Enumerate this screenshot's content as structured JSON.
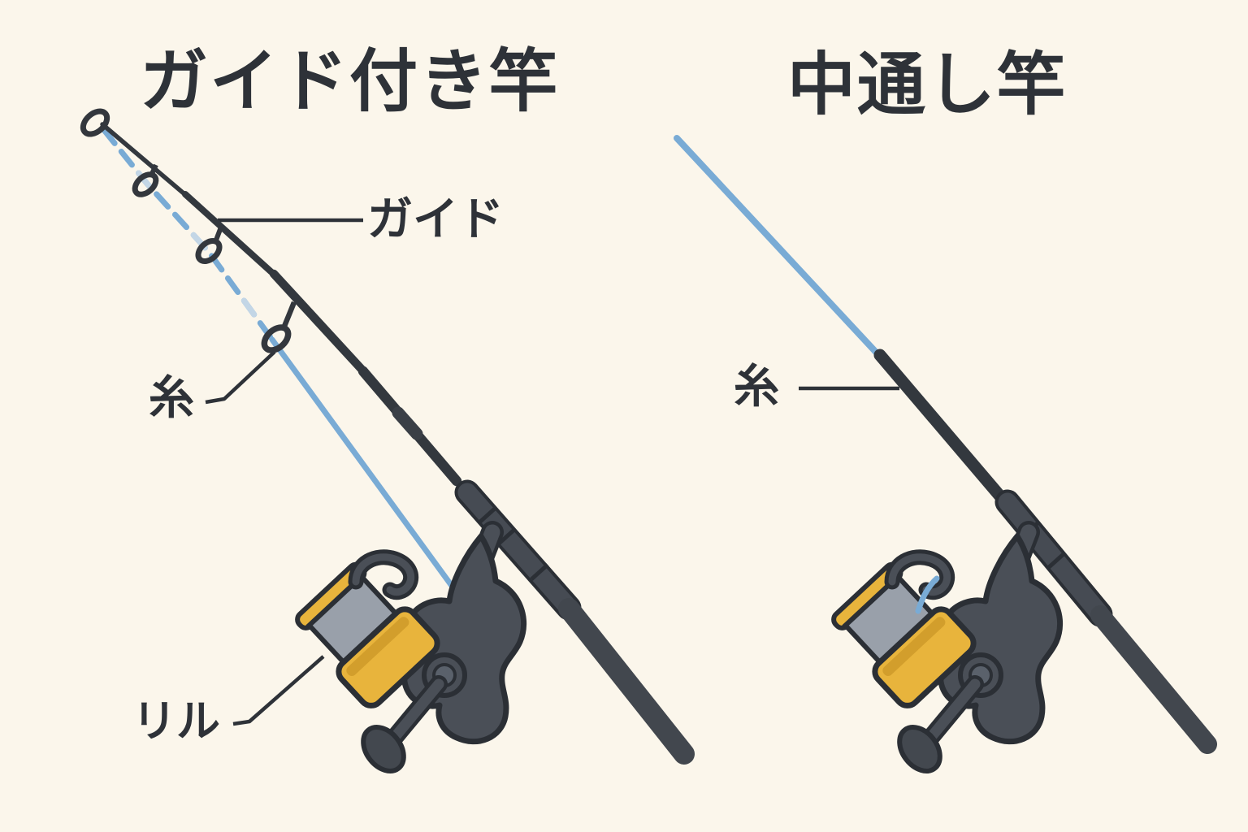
{
  "diagram": {
    "type": "comparison-illustration",
    "subject": "fishing rod types",
    "background_color": "#FBF6EB",
    "ink_color": "#2E3238",
    "fishing_line_color": "#79ABD5",
    "rod_color": "#3A3F46",
    "reel_body_color": "#4A4F57",
    "spool_yellow": "#E8B43C",
    "spool_gray": "#99A0AA",
    "panels": [
      {
        "id": "guided-rod",
        "title": "ガイド付き竿",
        "labels": {
          "guide": "ガイド",
          "line": "糸",
          "reel": "リル"
        }
      },
      {
        "id": "interline-rod",
        "title": "中通し竿",
        "labels": {
          "line": "糸"
        }
      }
    ]
  }
}
